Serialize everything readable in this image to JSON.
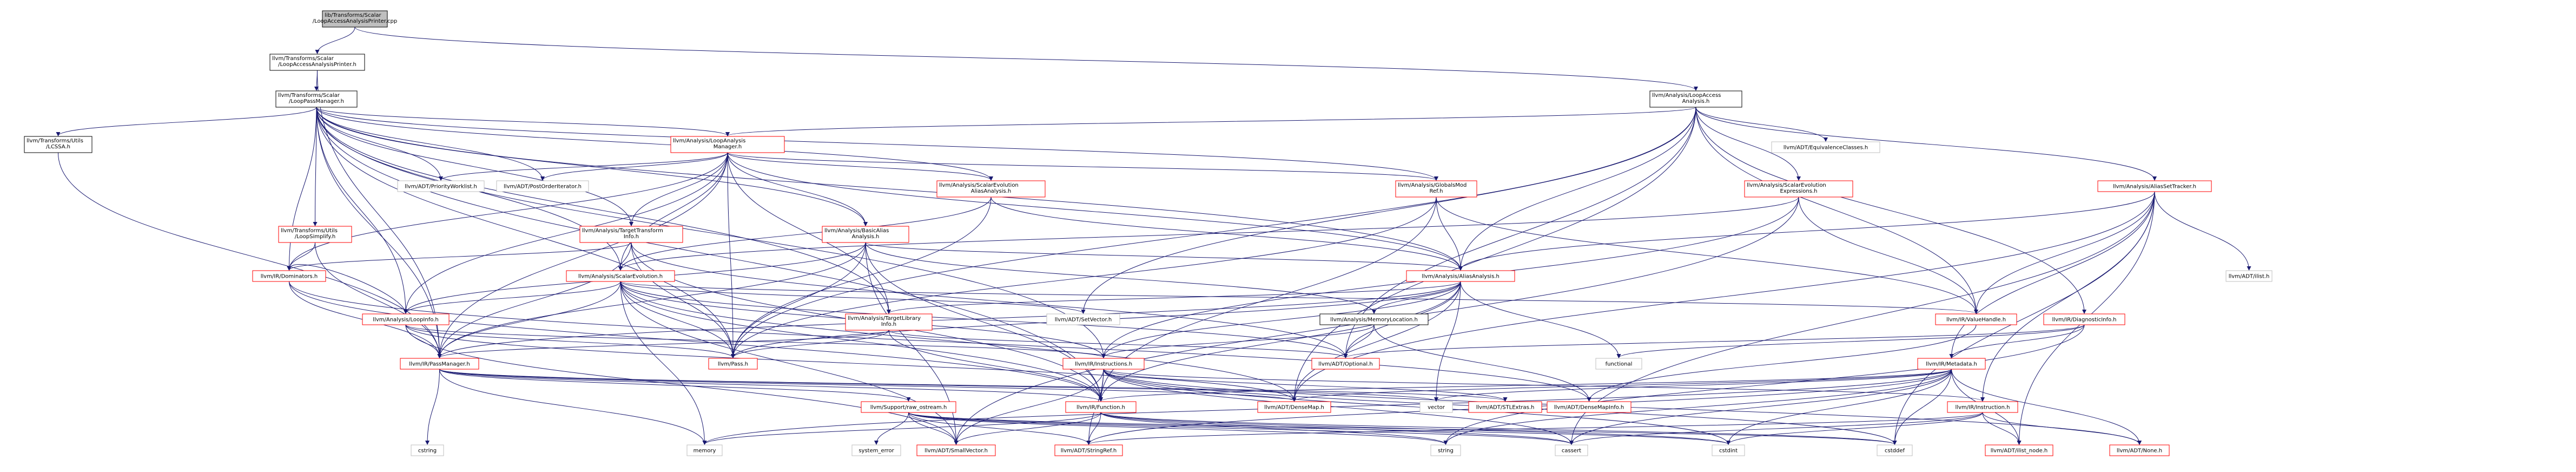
{
  "colors": {
    "edge": "#191970",
    "border_default": "#000000",
    "border_red": "#ff0000",
    "border_grey": "#bfbfbf",
    "fill_default": "#ffffff",
    "fill_root": "#bfbfbf",
    "text": "#000000"
  },
  "diagram": {
    "nodes": [
      {
        "id": "n_root",
        "label": [
          "lib/Transforms/Scalar",
          "/LoopAccessAnalysisPrinter.cpp"
        ],
        "style": "root"
      },
      {
        "id": "n_laap",
        "label": [
          "llvm/Transforms/Scalar",
          "/LoopAccessAnalysisPrinter.h"
        ],
        "style": "default"
      },
      {
        "id": "n_lpm",
        "label": [
          "llvm/Transforms/Scalar",
          "/LoopPassManager.h"
        ],
        "style": "default"
      },
      {
        "id": "n_laa",
        "label": [
          "llvm/Analysis/LoopAccess",
          "Analysis.h"
        ],
        "style": "default"
      },
      {
        "id": "n_lcssa",
        "label": [
          "llvm/Transforms/Utils",
          "/LCSSA.h"
        ],
        "style": "default"
      },
      {
        "id": "n_lam",
        "label": [
          "llvm/Analysis/LoopAnalysis",
          "Manager.h"
        ],
        "style": "red"
      },
      {
        "id": "n_eqc",
        "label": [
          "llvm/ADT/EquivalenceClasses.h"
        ],
        "style": "grey"
      },
      {
        "id": "n_pwl",
        "label": [
          "llvm/ADT/PriorityWorklist.h"
        ],
        "style": "grey"
      },
      {
        "id": "n_poi",
        "label": [
          "llvm/ADT/PostOrderIterator.h"
        ],
        "style": "grey"
      },
      {
        "id": "n_seaa",
        "label": [
          "llvm/Analysis/ScalarEvolution",
          "AliasAnalysis.h"
        ],
        "style": "red"
      },
      {
        "id": "n_gmr",
        "label": [
          "llvm/Analysis/GlobalsMod",
          "Ref.h"
        ],
        "style": "red"
      },
      {
        "id": "n_see",
        "label": [
          "llvm/Analysis/ScalarEvolution",
          "Expressions.h"
        ],
        "style": "red"
      },
      {
        "id": "n_ast",
        "label": [
          "llvm/Analysis/AliasSetTracker.h"
        ],
        "style": "red"
      },
      {
        "id": "n_lsimp",
        "label": [
          "llvm/Transforms/Utils",
          "/LoopSimplify.h"
        ],
        "style": "red"
      },
      {
        "id": "n_tti",
        "label": [
          "llvm/Analysis/TargetTransform",
          "Info.h"
        ],
        "style": "red"
      },
      {
        "id": "n_baa",
        "label": [
          "llvm/Analysis/BasicAlias",
          "Analysis.h"
        ],
        "style": "red"
      },
      {
        "id": "n_aa",
        "label": [
          "llvm/Analysis/AliasAnalysis.h"
        ],
        "style": "red"
      },
      {
        "id": "n_ilist",
        "label": [
          "llvm/ADT/ilist.h"
        ],
        "style": "grey"
      },
      {
        "id": "n_dom",
        "label": [
          "llvm/IR/Dominators.h"
        ],
        "style": "red"
      },
      {
        "id": "n_se",
        "label": [
          "llvm/Analysis/ScalarEvolution.h"
        ],
        "style": "red"
      },
      {
        "id": "n_vh",
        "label": [
          "llvm/IR/ValueHandle.h"
        ],
        "style": "red"
      },
      {
        "id": "n_diag",
        "label": [
          "llvm/IR/DiagnosticInfo.h"
        ],
        "style": "red"
      },
      {
        "id": "n_li",
        "label": [
          "llvm/Analysis/LoopInfo.h"
        ],
        "style": "red"
      },
      {
        "id": "n_tli",
        "label": [
          "llvm/Analysis/TargetLibrary",
          "Info.h"
        ],
        "style": "red"
      },
      {
        "id": "n_setv",
        "label": [
          "llvm/ADT/SetVector.h"
        ],
        "style": "grey"
      },
      {
        "id": "n_memloc",
        "label": [
          "llvm/Analysis/MemoryLocation.h"
        ],
        "style": "default"
      },
      {
        "id": "n_pm",
        "label": [
          "llvm/IR/PassManager.h"
        ],
        "style": "red"
      },
      {
        "id": "n_pass",
        "label": [
          "llvm/Pass.h"
        ],
        "style": "red"
      },
      {
        "id": "n_opt",
        "label": [
          "llvm/ADT/Optional.h"
        ],
        "style": "red"
      },
      {
        "id": "n_functional",
        "label": [
          "functional"
        ],
        "style": "grey"
      },
      {
        "id": "n_instrs",
        "label": [
          "llvm/IR/Instructions.h"
        ],
        "style": "red"
      },
      {
        "id": "n_md",
        "label": [
          "llvm/IR/Metadata.h"
        ],
        "style": "red"
      },
      {
        "id": "n_rso",
        "label": [
          "llvm/Support/raw_ostream.h"
        ],
        "style": "red"
      },
      {
        "id": "n_func",
        "label": [
          "llvm/IR/Function.h"
        ],
        "style": "red"
      },
      {
        "id": "n_densemap",
        "label": [
          "llvm/ADT/DenseMap.h"
        ],
        "style": "red"
      },
      {
        "id": "n_vector",
        "label": [
          "vector"
        ],
        "style": "grey"
      },
      {
        "id": "n_stlextras",
        "label": [
          "llvm/ADT/STLExtras.h"
        ],
        "style": "red"
      },
      {
        "id": "n_densemapinfo",
        "label": [
          "llvm/ADT/DenseMapInfo.h"
        ],
        "style": "red"
      },
      {
        "id": "n_instr",
        "label": [
          "llvm/IR/Instruction.h"
        ],
        "style": "red"
      },
      {
        "id": "n_cstring",
        "label": [
          "cstring"
        ],
        "style": "grey"
      },
      {
        "id": "n_memory",
        "label": [
          "memory"
        ],
        "style": "grey"
      },
      {
        "id": "n_syserr",
        "label": [
          "system_error"
        ],
        "style": "grey"
      },
      {
        "id": "n_smallvec",
        "label": [
          "llvm/ADT/SmallVector.h"
        ],
        "style": "red"
      },
      {
        "id": "n_stringref",
        "label": [
          "llvm/ADT/StringRef.h"
        ],
        "style": "red"
      },
      {
        "id": "n_string",
        "label": [
          "string"
        ],
        "style": "grey"
      },
      {
        "id": "n_cassert",
        "label": [
          "cassert"
        ],
        "style": "grey"
      },
      {
        "id": "n_cstdint",
        "label": [
          "cstdint"
        ],
        "style": "grey"
      },
      {
        "id": "n_cstddef",
        "label": [
          "cstddef"
        ],
        "style": "grey"
      },
      {
        "id": "n_ilistnode",
        "label": [
          "llvm/ADT/ilist_node.h"
        ],
        "style": "red"
      },
      {
        "id": "n_none",
        "label": [
          "llvm/ADT/None.h"
        ],
        "style": "red"
      }
    ],
    "edges": [
      [
        "n_root",
        "n_laap"
      ],
      [
        "n_root",
        "n_laa"
      ],
      [
        "n_laap",
        "n_lpm"
      ],
      [
        "n_laap",
        "n_pm"
      ],
      [
        "n_lpm",
        "n_lcssa"
      ],
      [
        "n_lpm",
        "n_lam"
      ],
      [
        "n_lpm",
        "n_pwl"
      ],
      [
        "n_lpm",
        "n_poi"
      ],
      [
        "n_lpm",
        "n_seaa"
      ],
      [
        "n_lpm",
        "n_gmr"
      ],
      [
        "n_lpm",
        "n_lsimp"
      ],
      [
        "n_lpm",
        "n_tti"
      ],
      [
        "n_lpm",
        "n_baa"
      ],
      [
        "n_lpm",
        "n_aa"
      ],
      [
        "n_lpm",
        "n_dom"
      ],
      [
        "n_lpm",
        "n_se"
      ],
      [
        "n_lpm",
        "n_li"
      ],
      [
        "n_lpm",
        "n_tli"
      ],
      [
        "n_lpm",
        "n_pm"
      ],
      [
        "n_lpm",
        "n_pass"
      ],
      [
        "n_lpm",
        "n_instrs"
      ],
      [
        "n_lpm",
        "n_func"
      ],
      [
        "n_lcssa",
        "n_pm"
      ],
      [
        "n_laa",
        "n_lam"
      ],
      [
        "n_laa",
        "n_eqc"
      ],
      [
        "n_laa",
        "n_see"
      ],
      [
        "n_laa",
        "n_ast"
      ],
      [
        "n_laa",
        "n_aa"
      ],
      [
        "n_laa",
        "n_vh"
      ],
      [
        "n_laa",
        "n_diag"
      ],
      [
        "n_laa",
        "n_setv"
      ],
      [
        "n_laa",
        "n_pass"
      ],
      [
        "n_laa",
        "n_opt"
      ],
      [
        "n_laa",
        "n_densemap"
      ],
      [
        "n_lam",
        "n_pwl"
      ],
      [
        "n_lam",
        "n_poi"
      ],
      [
        "n_lam",
        "n_seaa"
      ],
      [
        "n_lam",
        "n_gmr"
      ],
      [
        "n_lam",
        "n_tti"
      ],
      [
        "n_lam",
        "n_baa"
      ],
      [
        "n_lam",
        "n_aa"
      ],
      [
        "n_lam",
        "n_dom"
      ],
      [
        "n_lam",
        "n_se"
      ],
      [
        "n_lam",
        "n_li"
      ],
      [
        "n_lam",
        "n_tli"
      ],
      [
        "n_lam",
        "n_pm"
      ],
      [
        "n_lam",
        "n_pass"
      ],
      [
        "n_seaa",
        "n_aa"
      ],
      [
        "n_seaa",
        "n_se"
      ],
      [
        "n_seaa",
        "n_pass"
      ],
      [
        "n_gmr",
        "n_aa"
      ],
      [
        "n_gmr",
        "n_vh"
      ],
      [
        "n_gmr",
        "n_pass"
      ],
      [
        "n_gmr",
        "n_func"
      ],
      [
        "n_see",
        "n_se"
      ],
      [
        "n_see",
        "n_vh"
      ],
      [
        "n_see",
        "n_instrs"
      ],
      [
        "n_see",
        "n_smallvec"
      ],
      [
        "n_ast",
        "n_aa"
      ],
      [
        "n_ast",
        "n_ilist"
      ],
      [
        "n_ast",
        "n_vh"
      ],
      [
        "n_ast",
        "n_md"
      ],
      [
        "n_ast",
        "n_densemap"
      ],
      [
        "n_ast",
        "n_instr"
      ],
      [
        "n_ast",
        "n_cassert"
      ],
      [
        "n_ast",
        "n_cstddef"
      ],
      [
        "n_ast",
        "n_ilistnode"
      ],
      [
        "n_lsimp",
        "n_dom"
      ],
      [
        "n_lsimp",
        "n_pm"
      ],
      [
        "n_tti",
        "n_pass"
      ],
      [
        "n_tti",
        "n_pm"
      ],
      [
        "n_tti",
        "n_opt"
      ],
      [
        "n_tti",
        "n_func"
      ],
      [
        "n_tti",
        "n_dom"
      ],
      [
        "n_baa",
        "n_aa"
      ],
      [
        "n_baa",
        "n_pass"
      ],
      [
        "n_baa",
        "n_pm"
      ],
      [
        "n_baa",
        "n_li"
      ],
      [
        "n_baa",
        "n_smallvec"
      ],
      [
        "n_baa",
        "n_func"
      ],
      [
        "n_baa",
        "n_memloc"
      ],
      [
        "n_aa",
        "n_tli"
      ],
      [
        "n_aa",
        "n_memloc"
      ],
      [
        "n_aa",
        "n_pm"
      ],
      [
        "n_aa",
        "n_pass"
      ],
      [
        "n_aa",
        "n_opt"
      ],
      [
        "n_aa",
        "n_functional"
      ],
      [
        "n_aa",
        "n_instrs"
      ],
      [
        "n_aa",
        "n_func"
      ],
      [
        "n_aa",
        "n_densemap"
      ],
      [
        "n_aa",
        "n_vector"
      ],
      [
        "n_dom",
        "n_pm"
      ],
      [
        "n_dom",
        "n_func"
      ],
      [
        "n_dom",
        "n_densemapinfo"
      ],
      [
        "n_se",
        "n_li"
      ],
      [
        "n_se",
        "n_pm"
      ],
      [
        "n_se",
        "n_pass"
      ],
      [
        "n_se",
        "n_vh"
      ],
      [
        "n_se",
        "n_setv"
      ],
      [
        "n_se",
        "n_opt"
      ],
      [
        "n_se",
        "n_instrs"
      ],
      [
        "n_se",
        "n_func"
      ],
      [
        "n_se",
        "n_densemap"
      ],
      [
        "n_se",
        "n_smallvec"
      ],
      [
        "n_se",
        "n_memory"
      ],
      [
        "n_vh",
        "n_densemapinfo"
      ],
      [
        "n_diag",
        "n_md"
      ],
      [
        "n_diag",
        "n_opt"
      ],
      [
        "n_diag",
        "n_functional"
      ],
      [
        "n_diag",
        "n_string"
      ],
      [
        "n_li",
        "n_pm"
      ],
      [
        "n_li",
        "n_pass"
      ],
      [
        "n_li",
        "n_instrs"
      ],
      [
        "n_li",
        "n_densemap"
      ],
      [
        "n_li",
        "n_smallvec"
      ],
      [
        "n_li",
        "n_dom"
      ],
      [
        "n_tli",
        "n_pm"
      ],
      [
        "n_tli",
        "n_pass"
      ],
      [
        "n_tli",
        "n_opt"
      ],
      [
        "n_tli",
        "n_func"
      ],
      [
        "n_memloc",
        "n_opt"
      ],
      [
        "n_memloc",
        "n_instrs"
      ],
      [
        "n_memloc",
        "n_densemapinfo"
      ],
      [
        "n_pm",
        "n_func"
      ],
      [
        "n_pm",
        "n_densemap"
      ],
      [
        "n_pm",
        "n_rso"
      ],
      [
        "n_pm",
        "n_cstring"
      ],
      [
        "n_pm",
        "n_memory"
      ],
      [
        "n_pm",
        "n_vector"
      ],
      [
        "n_pm",
        "n_stlextras"
      ],
      [
        "n_instrs",
        "n_instr"
      ],
      [
        "n_instrs",
        "n_func"
      ],
      [
        "n_instrs",
        "n_stringref"
      ],
      [
        "n_instrs",
        "n_cassert"
      ],
      [
        "n_instrs",
        "n_cstdint"
      ],
      [
        "n_instrs",
        "n_cstddef"
      ],
      [
        "n_instrs",
        "n_none"
      ],
      [
        "n_instrs",
        "n_smallvec"
      ],
      [
        "n_instrs",
        "n_stlextras"
      ],
      [
        "n_md",
        "n_densemap"
      ],
      [
        "n_md",
        "n_func"
      ],
      [
        "n_md",
        "n_none"
      ],
      [
        "n_md",
        "n_stringref"
      ],
      [
        "n_md",
        "n_cassert"
      ],
      [
        "n_md",
        "n_cstddef"
      ],
      [
        "n_md",
        "n_cstdint"
      ],
      [
        "n_md",
        "n_ilistnode"
      ],
      [
        "n_md",
        "n_memory"
      ],
      [
        "n_md",
        "n_string"
      ],
      [
        "n_md",
        "n_vector"
      ],
      [
        "n_rso",
        "n_stringref"
      ],
      [
        "n_rso",
        "n_cassert"
      ],
      [
        "n_rso",
        "n_cstddef"
      ],
      [
        "n_rso",
        "n_cstdint"
      ],
      [
        "n_rso",
        "n_string"
      ],
      [
        "n_rso",
        "n_syserr"
      ],
      [
        "n_rso",
        "n_smallvec"
      ],
      [
        "n_func",
        "n_smallvec"
      ],
      [
        "n_func",
        "n_stringref"
      ],
      [
        "n_func",
        "n_cassert"
      ],
      [
        "n_func",
        "n_cstddef"
      ],
      [
        "n_func",
        "n_cstdint"
      ],
      [
        "n_func",
        "n_memory"
      ],
      [
        "n_func",
        "n_string"
      ],
      [
        "n_instr",
        "n_ilistnode"
      ],
      [
        "n_instr",
        "n_none"
      ],
      [
        "n_instr",
        "n_stringref"
      ],
      [
        "n_instr",
        "n_cassert"
      ],
      [
        "n_instr",
        "n_cstdint"
      ]
    ]
  }
}
